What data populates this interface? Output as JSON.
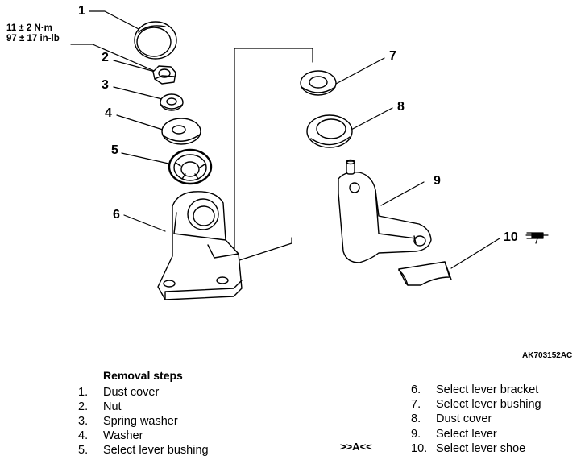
{
  "torque_spec": {
    "line1": "11 ± 2 N·m",
    "line2": "97 ± 17 in-lb"
  },
  "callouts": [
    "1",
    "2",
    "3",
    "4",
    "5",
    "6",
    "7",
    "8",
    "9",
    "10"
  ],
  "figure_id": "AK703152AC",
  "removal_steps": {
    "title": "Removal steps",
    "left": [
      {
        "num": "1.",
        "label": "Dust cover"
      },
      {
        "num": "2.",
        "label": "Nut"
      },
      {
        "num": "3.",
        "label": "Spring washer"
      },
      {
        "num": "4.",
        "label": "Washer"
      },
      {
        "num": "5.",
        "label": "Select lever bushing"
      }
    ],
    "right": [
      {
        "num": "6.",
        "label": "Select lever bracket"
      },
      {
        "num": "7.",
        "label": "Select lever bushing"
      },
      {
        "num": "8.",
        "label": "Dust cover"
      },
      {
        "num": "9.",
        "label": "Select lever"
      },
      {
        "num": "10.",
        "label": "Select lever shoe"
      }
    ],
    "note": ">>A<<"
  },
  "grease_icon": "grease-gun-icon"
}
